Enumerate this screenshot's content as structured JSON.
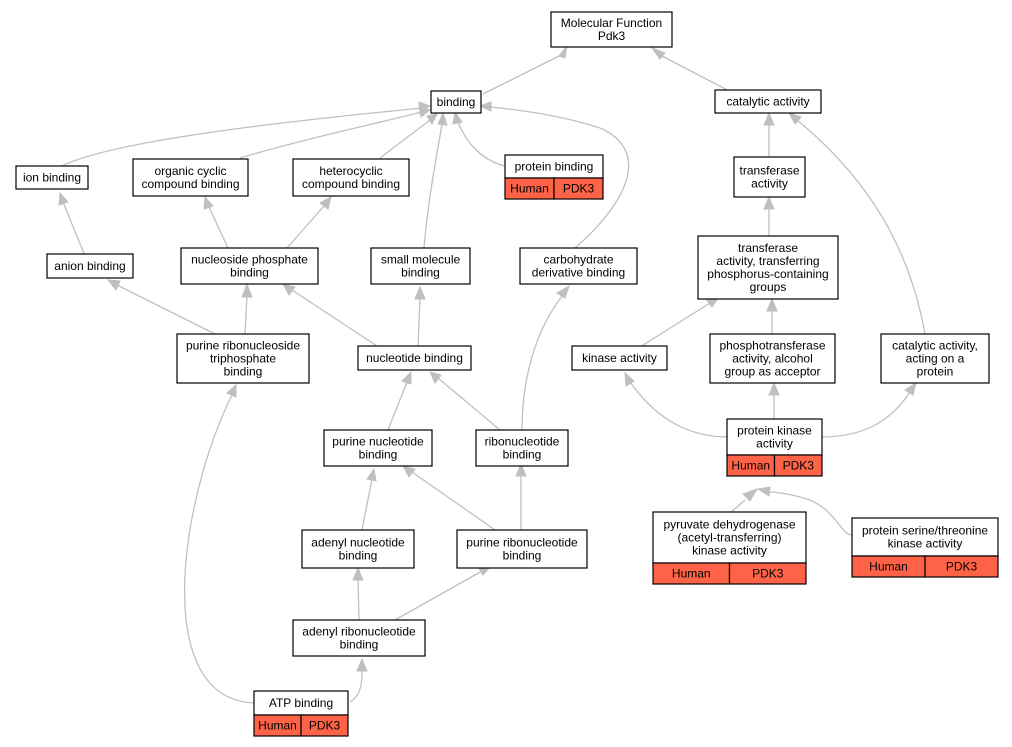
{
  "colors": {
    "annotation_fill": "#ff6347",
    "edge": "#bfbfbf",
    "border": "#000000"
  },
  "nodes": [
    {
      "id": "mf",
      "lines": [
        "Molecular Function",
        "Pdk3"
      ]
    },
    {
      "id": "binding",
      "lines": [
        "binding"
      ]
    },
    {
      "id": "catalytic",
      "lines": [
        "catalytic activity"
      ]
    },
    {
      "id": "ionbind",
      "lines": [
        "ion binding"
      ]
    },
    {
      "id": "orgcyc",
      "lines": [
        "organic cyclic",
        "compound binding"
      ]
    },
    {
      "id": "hetcyc",
      "lines": [
        "heterocyclic",
        "compound binding"
      ]
    },
    {
      "id": "protbind",
      "lines": [
        "protein binding"
      ],
      "annotation": [
        "Human",
        "PDK3"
      ]
    },
    {
      "id": "transferase",
      "lines": [
        "transferase",
        "activity"
      ]
    },
    {
      "id": "anion",
      "lines": [
        "anion binding"
      ]
    },
    {
      "id": "nucphos",
      "lines": [
        "nucleoside phosphate",
        "binding"
      ]
    },
    {
      "id": "smallmol",
      "lines": [
        "small molecule",
        "binding"
      ]
    },
    {
      "id": "carbo",
      "lines": [
        "carbohydrate",
        "derivative binding"
      ]
    },
    {
      "id": "transphos",
      "lines": [
        "transferase",
        "activity, transferring",
        "phosphorus-containing",
        "groups"
      ]
    },
    {
      "id": "purtri",
      "lines": [
        "purine ribonucleoside",
        "triphosphate",
        "binding"
      ]
    },
    {
      "id": "nucbind",
      "lines": [
        "nucleotide binding"
      ]
    },
    {
      "id": "kinase",
      "lines": [
        "kinase activity"
      ]
    },
    {
      "id": "phosalc",
      "lines": [
        "phosphotransferase",
        "activity, alcohol",
        "group as acceptor"
      ]
    },
    {
      "id": "catprot",
      "lines": [
        "catalytic activity,",
        "acting on a",
        "protein"
      ]
    },
    {
      "id": "purnuc",
      "lines": [
        "purine nucleotide",
        "binding"
      ]
    },
    {
      "id": "ribonuc",
      "lines": [
        "ribonucleotide",
        "binding"
      ]
    },
    {
      "id": "protkin",
      "lines": [
        "protein kinase",
        "activity"
      ],
      "annotation": [
        "Human",
        "PDK3"
      ]
    },
    {
      "id": "adenylnuc",
      "lines": [
        "adenyl nucleotide",
        "binding"
      ]
    },
    {
      "id": "purribo",
      "lines": [
        "purine ribonucleotide",
        "binding"
      ]
    },
    {
      "id": "pyruvate",
      "lines": [
        "pyruvate dehydrogenase",
        "(acetyl-transferring)",
        "kinase activity"
      ],
      "annotation": [
        "Human",
        "PDK3"
      ]
    },
    {
      "id": "serthr",
      "lines": [
        "protein serine/threonine",
        "kinase activity"
      ],
      "annotation": [
        "Human",
        "PDK3"
      ]
    },
    {
      "id": "adenylribo",
      "lines": [
        "adenyl ribonucleotide",
        "binding"
      ]
    },
    {
      "id": "atp",
      "lines": [
        "ATP binding"
      ],
      "annotation": [
        "Human",
        "PDK3"
      ]
    }
  ]
}
